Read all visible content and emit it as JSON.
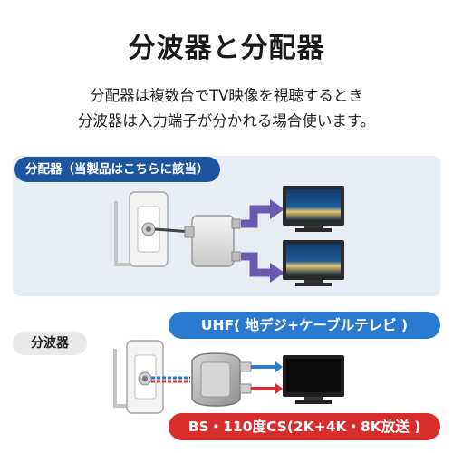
{
  "title": "分波器と分配器",
  "description": {
    "line1": "分配器は複数台でTV映像を視聴するとき",
    "line2": "分波器は入力端子が分かれる場合使います。"
  },
  "splitter": {
    "label": "分配器（当製品はこちらに該当）"
  },
  "separator": {
    "label": "分波器",
    "uhf_label": "UHF( 地デジ+ケーブルテレビ )",
    "bs_label": "BS・110度CS(2K+4K・8K放送 )"
  },
  "colors": {
    "accent_blue": "#1e55a3",
    "arrow_purple": "#6b5bb0",
    "uhf_blue": "#2a7bd0",
    "bs_red": "#d72d2d",
    "panel_bg": "#e7edf3"
  },
  "icons": [
    "wall-outlet-icon",
    "splitter-device-icon",
    "tv-icon",
    "separator-device-icon",
    "cable-icon"
  ]
}
